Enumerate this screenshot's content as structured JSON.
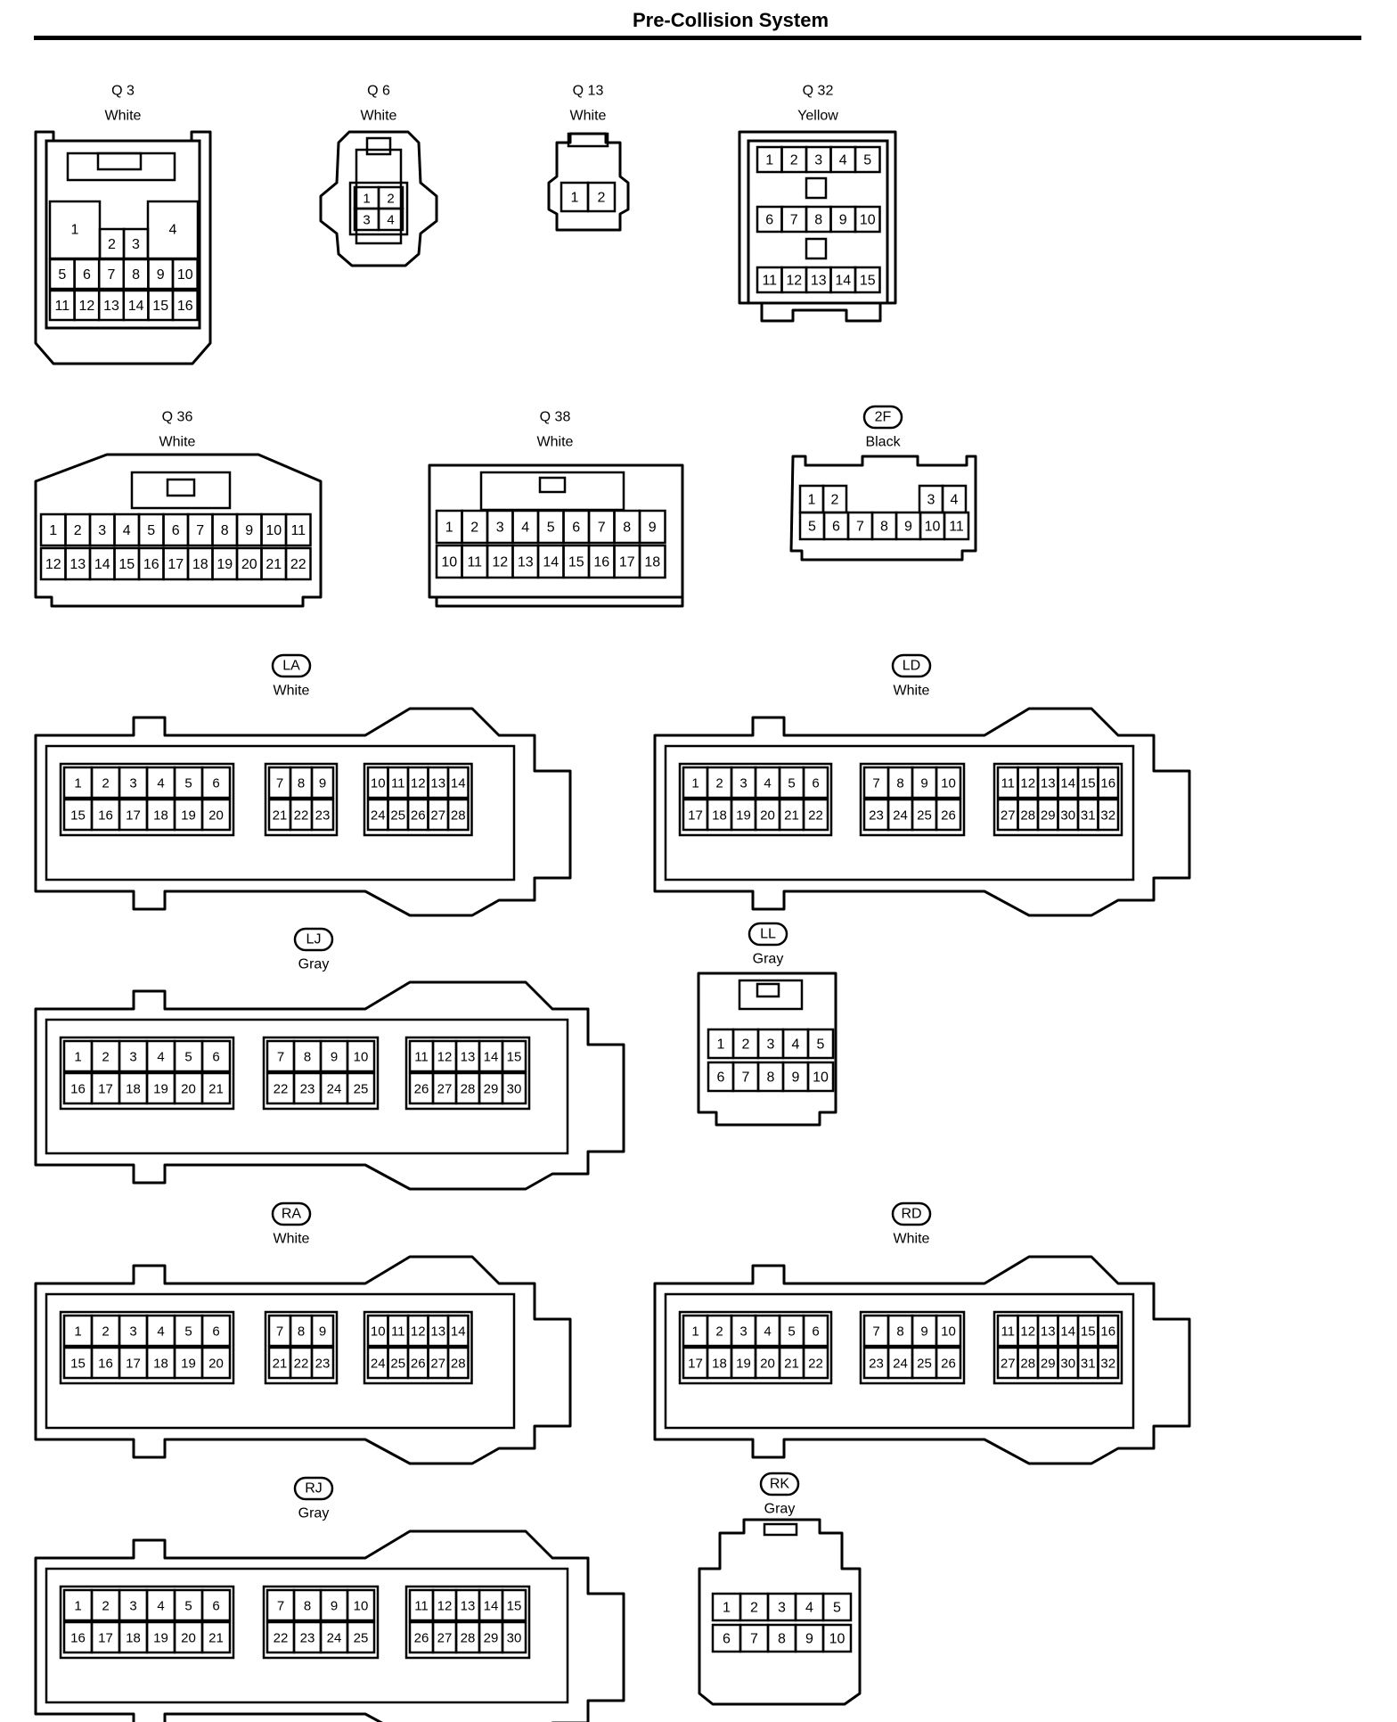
{
  "page": {
    "title": "Pre-Collision System"
  },
  "connectors": [
    {
      "id": "Q 3",
      "code_boxed": false,
      "color": "White",
      "rows": [
        [
          "1",
          "2",
          "3",
          "4"
        ],
        [
          "5",
          "6",
          "7",
          "8",
          "9",
          "10"
        ],
        [
          "11",
          "12",
          "13",
          "14",
          "15",
          "16"
        ]
      ]
    },
    {
      "id": "Q 6",
      "code_boxed": false,
      "color": "White",
      "rows": [
        [
          "1",
          "2"
        ],
        [
          "3",
          "4"
        ]
      ]
    },
    {
      "id": "Q 13",
      "code_boxed": false,
      "color": "White",
      "rows": [
        [
          "1",
          "2"
        ]
      ]
    },
    {
      "id": "Q 32",
      "code_boxed": false,
      "color": "Yellow",
      "rows": [
        [
          "1",
          "2",
          "3",
          "4",
          "5"
        ],
        [
          "6",
          "7",
          "8",
          "9",
          "10"
        ],
        [
          "11",
          "12",
          "13",
          "14",
          "15"
        ]
      ]
    },
    {
      "id": "Q 36",
      "code_boxed": false,
      "color": "White",
      "rows": [
        [
          "1",
          "2",
          "3",
          "4",
          "5",
          "6",
          "7",
          "8",
          "9",
          "10",
          "11"
        ],
        [
          "12",
          "13",
          "14",
          "15",
          "16",
          "17",
          "18",
          "19",
          "20",
          "21",
          "22"
        ]
      ]
    },
    {
      "id": "Q 38",
      "code_boxed": false,
      "color": "White",
      "rows": [
        [
          "1",
          "2",
          "3",
          "4",
          "5",
          "6",
          "7",
          "8",
          "9"
        ],
        [
          "10",
          "11",
          "12",
          "13",
          "14",
          "15",
          "16",
          "17",
          "18"
        ]
      ]
    },
    {
      "id": "2F",
      "code_boxed": true,
      "color": "Black",
      "rows": [
        [
          "1",
          "2",
          "3",
          "4"
        ],
        [
          "5",
          "6",
          "7",
          "8",
          "9",
          "10",
          "11"
        ]
      ]
    },
    {
      "id": "LA",
      "code_boxed": true,
      "color": "White",
      "blocks": [
        [
          [
            "1",
            "2",
            "3",
            "4",
            "5",
            "6"
          ],
          [
            "15",
            "16",
            "17",
            "18",
            "19",
            "20"
          ]
        ],
        [
          [
            "7",
            "8",
            "9"
          ],
          [
            "21",
            "22",
            "23"
          ]
        ],
        [
          [
            "10",
            "11",
            "12",
            "13",
            "14"
          ],
          [
            "24",
            "25",
            "26",
            "27",
            "28"
          ]
        ]
      ]
    },
    {
      "id": "LD",
      "code_boxed": true,
      "color": "White",
      "blocks": [
        [
          [
            "1",
            "2",
            "3",
            "4",
            "5",
            "6"
          ],
          [
            "17",
            "18",
            "19",
            "20",
            "21",
            "22"
          ]
        ],
        [
          [
            "7",
            "8",
            "9",
            "10"
          ],
          [
            "23",
            "24",
            "25",
            "26"
          ]
        ],
        [
          [
            "11",
            "12",
            "13",
            "14",
            "15",
            "16"
          ],
          [
            "27",
            "28",
            "29",
            "30",
            "31",
            "32"
          ]
        ]
      ]
    },
    {
      "id": "LJ",
      "code_boxed": true,
      "color": "Gray",
      "blocks": [
        [
          [
            "1",
            "2",
            "3",
            "4",
            "5",
            "6"
          ],
          [
            "16",
            "17",
            "18",
            "19",
            "20",
            "21"
          ]
        ],
        [
          [
            "7",
            "8",
            "9",
            "10"
          ],
          [
            "22",
            "23",
            "24",
            "25"
          ]
        ],
        [
          [
            "11",
            "12",
            "13",
            "14",
            "15"
          ],
          [
            "26",
            "27",
            "28",
            "29",
            "30"
          ]
        ]
      ]
    },
    {
      "id": "LL",
      "code_boxed": true,
      "color": "Gray",
      "rows": [
        [
          "1",
          "2",
          "3",
          "4",
          "5"
        ],
        [
          "6",
          "7",
          "8",
          "9",
          "10"
        ]
      ]
    },
    {
      "id": "RA",
      "code_boxed": true,
      "color": "White",
      "blocks": [
        [
          [
            "1",
            "2",
            "3",
            "4",
            "5",
            "6"
          ],
          [
            "15",
            "16",
            "17",
            "18",
            "19",
            "20"
          ]
        ],
        [
          [
            "7",
            "8",
            "9"
          ],
          [
            "21",
            "22",
            "23"
          ]
        ],
        [
          [
            "10",
            "11",
            "12",
            "13",
            "14"
          ],
          [
            "24",
            "25",
            "26",
            "27",
            "28"
          ]
        ]
      ]
    },
    {
      "id": "RD",
      "code_boxed": true,
      "color": "White",
      "blocks": [
        [
          [
            "1",
            "2",
            "3",
            "4",
            "5",
            "6"
          ],
          [
            "17",
            "18",
            "19",
            "20",
            "21",
            "22"
          ]
        ],
        [
          [
            "7",
            "8",
            "9",
            "10"
          ],
          [
            "23",
            "24",
            "25",
            "26"
          ]
        ],
        [
          [
            "11",
            "12",
            "13",
            "14",
            "15",
            "16"
          ],
          [
            "27",
            "28",
            "29",
            "30",
            "31",
            "32"
          ]
        ]
      ]
    },
    {
      "id": "RJ",
      "code_boxed": true,
      "color": "Gray",
      "blocks": [
        [
          [
            "1",
            "2",
            "3",
            "4",
            "5",
            "6"
          ],
          [
            "16",
            "17",
            "18",
            "19",
            "20",
            "21"
          ]
        ],
        [
          [
            "7",
            "8",
            "9",
            "10"
          ],
          [
            "22",
            "23",
            "24",
            "25"
          ]
        ],
        [
          [
            "11",
            "12",
            "13",
            "14",
            "15"
          ],
          [
            "26",
            "27",
            "28",
            "29",
            "30"
          ]
        ]
      ]
    },
    {
      "id": "RK",
      "code_boxed": true,
      "color": "Gray",
      "rows": [
        [
          "1",
          "2",
          "3",
          "4",
          "5"
        ],
        [
          "6",
          "7",
          "8",
          "9",
          "10"
        ]
      ]
    }
  ]
}
